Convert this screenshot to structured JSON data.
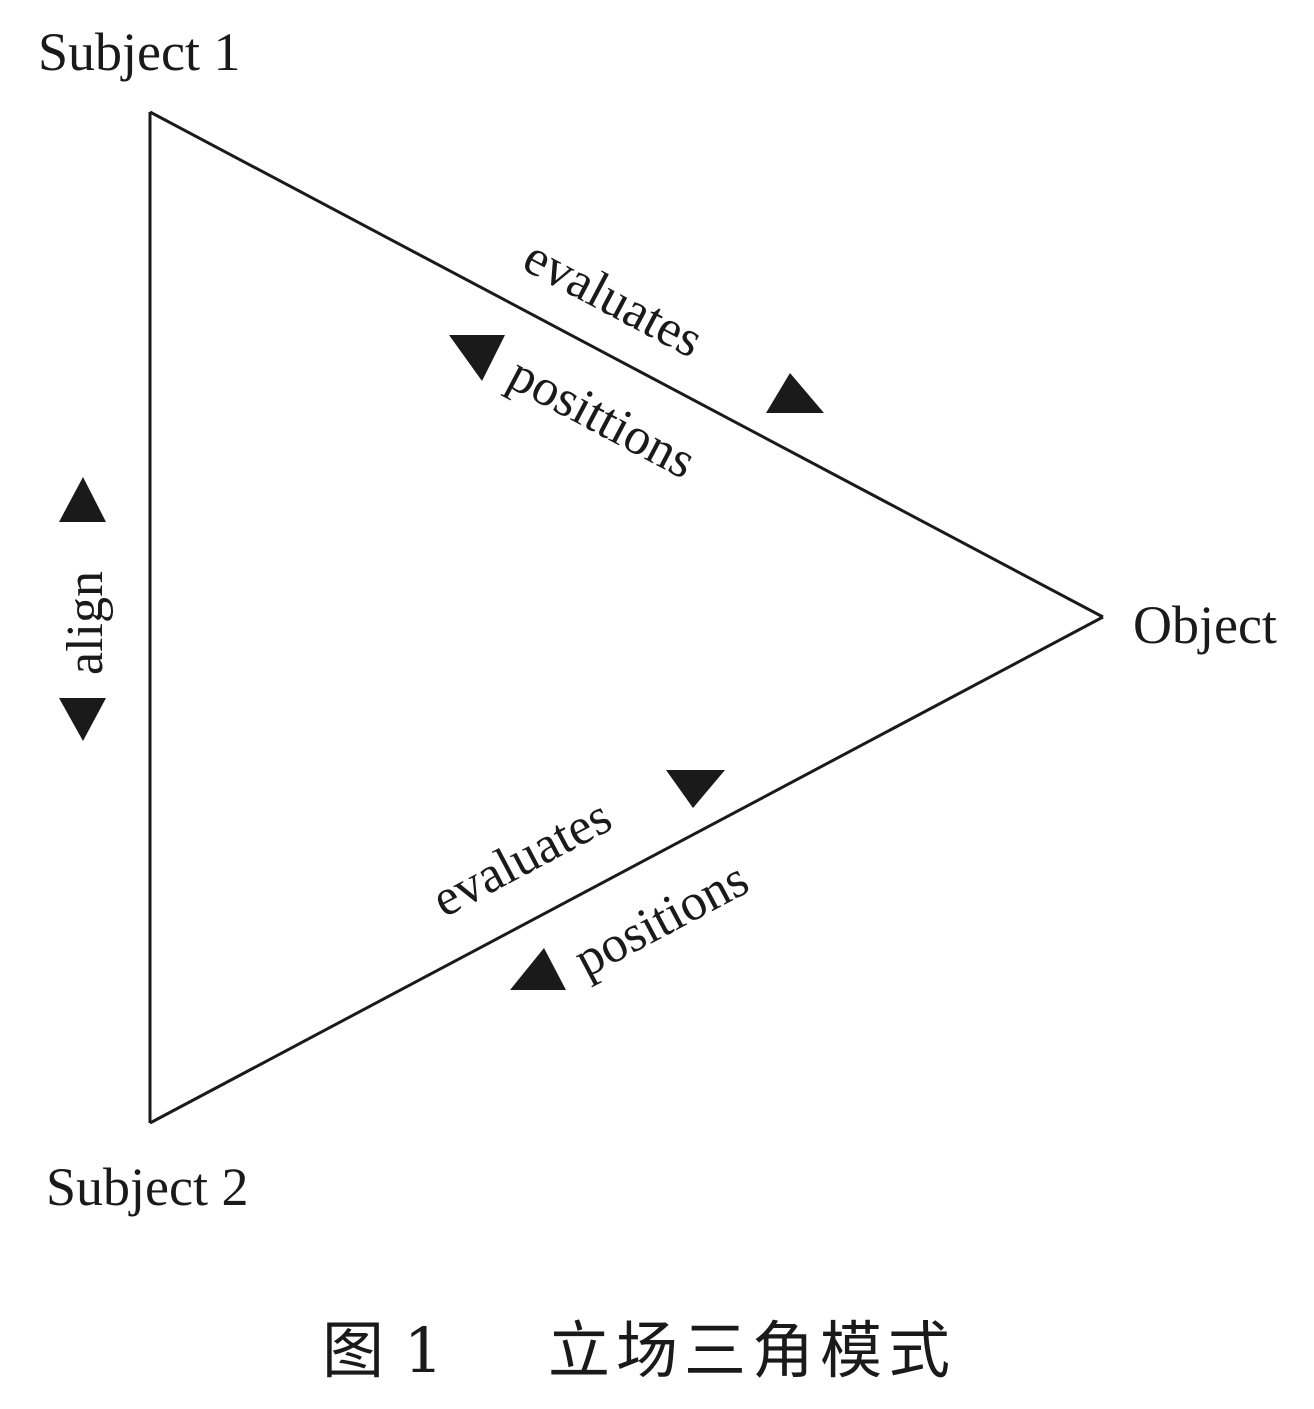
{
  "nodes": {
    "subject1": "Subject 1",
    "subject2": "Subject 2",
    "object": "Object"
  },
  "edges": {
    "top": {
      "upper_label": "evaluates",
      "lower_label": "posittions"
    },
    "bottom": {
      "upper_label": "evaluates",
      "lower_label": "positions"
    },
    "left": {
      "label": "align"
    }
  },
  "caption": {
    "figure_number": "图 1",
    "title": "立场三角模式"
  },
  "colors": {
    "ink": "#1a1a1a",
    "background": "#ffffff"
  }
}
